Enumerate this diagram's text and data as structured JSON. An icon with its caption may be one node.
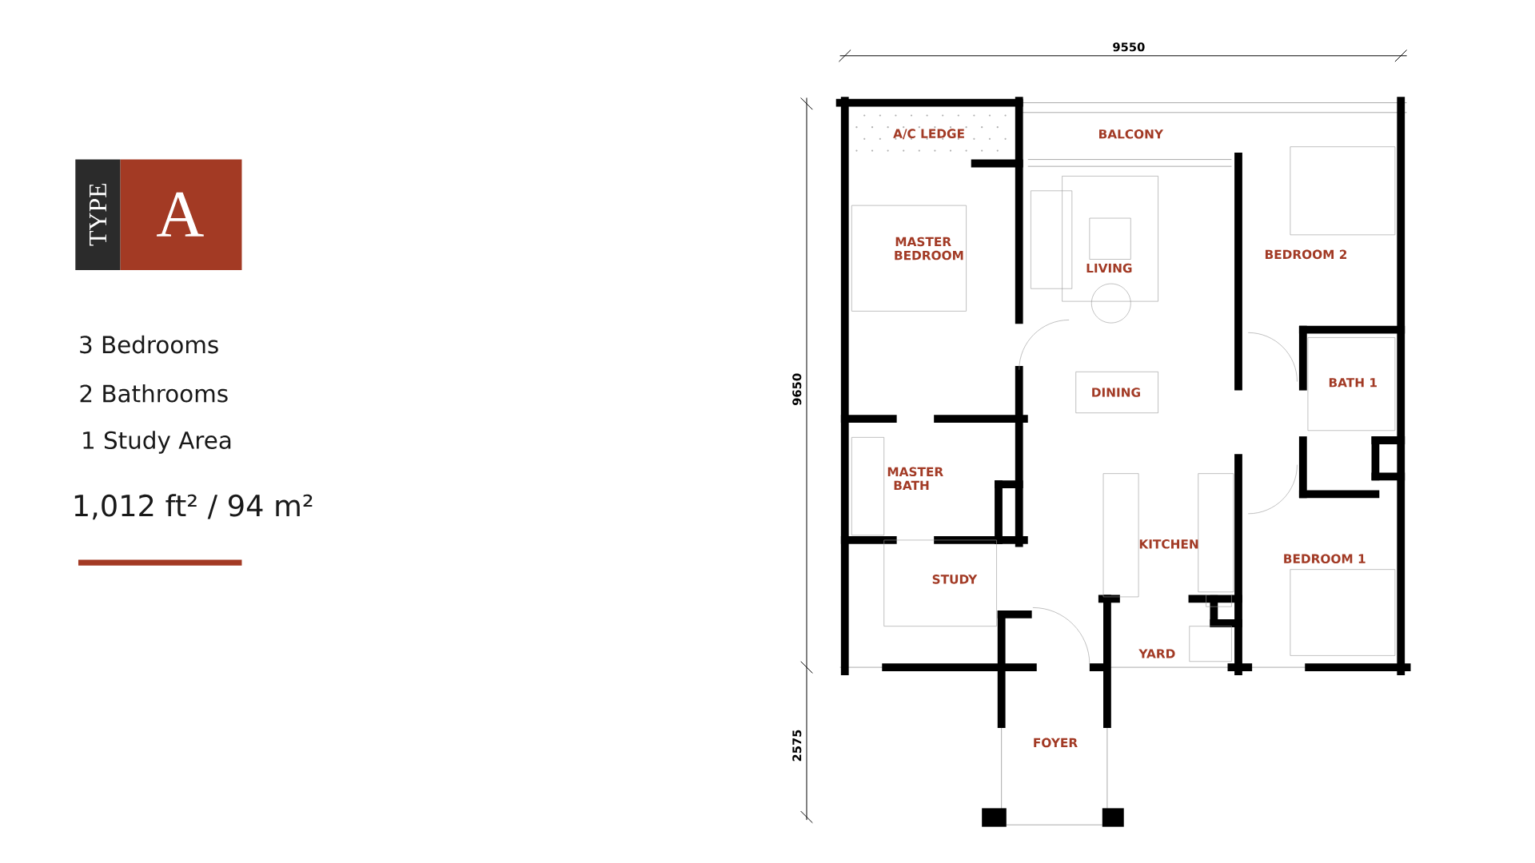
{
  "diagram": {
    "labels": [
      "TYPE",
      "A",
      "3 Bedrooms",
      "2 Bathrooms",
      "1 Study Area",
      "1,012 ft² / 94 m²",
      "9550",
      "A/C LEDGE",
      "BALCONY",
      "MASTER BEDROOM",
      "BEDROOM 2",
      "LIVING",
      "BATH 1",
      "9650",
      "DINING",
      "MASTER BATH",
      "KITCHEN",
      "BEDROOM 1",
      "STUDY",
      "YARD",
      "2575",
      "FOYER"
    ]
  }
}
